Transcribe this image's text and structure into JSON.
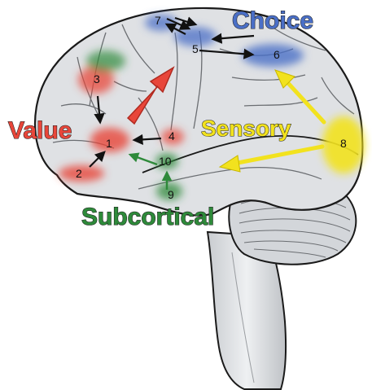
{
  "colors": {
    "value": "#e8463a",
    "choice": "#4a6fc7",
    "sensory": "#f2e21e",
    "subcortical": "#2e8a3a",
    "brain_fill": "#dfe1e4",
    "outline": "#1a1a1a"
  },
  "categories": {
    "choice": "Choice",
    "value": "Value",
    "sensory": "Sensory",
    "subcortical": "Subcortical"
  },
  "regions": [
    {
      "id": "1",
      "label": "1",
      "category": "value"
    },
    {
      "id": "2",
      "label": "2",
      "category": "value"
    },
    {
      "id": "3",
      "label": "3",
      "category": "value"
    },
    {
      "id": "4",
      "label": "4",
      "category": "value"
    },
    {
      "id": "5",
      "label": "5",
      "category": "choice"
    },
    {
      "id": "6",
      "label": "6",
      "category": "choice"
    },
    {
      "id": "7",
      "label": "7",
      "category": "choice"
    },
    {
      "id": "8",
      "label": "8",
      "category": "sensory"
    },
    {
      "id": "9",
      "label": "9",
      "category": "subcortical"
    },
    {
      "id": "10",
      "label": "10",
      "category": "subcortical"
    }
  ],
  "connections": [
    {
      "from": "3",
      "to": "1",
      "color": "black"
    },
    {
      "from": "2",
      "to": "1",
      "color": "black"
    },
    {
      "from": "4",
      "to": "1",
      "color": "black"
    },
    {
      "from": "10",
      "to": "1",
      "color": "green"
    },
    {
      "from": "9",
      "to": "10",
      "color": "green"
    },
    {
      "from": "5",
      "to": "7",
      "color": "black"
    },
    {
      "from": "7",
      "to": "5",
      "color": "black"
    },
    {
      "from": "5",
      "to": "6",
      "color": "black"
    },
    {
      "from": "6",
      "to": "5",
      "color": "black"
    },
    {
      "from": "value",
      "to": "choice",
      "color": "red"
    },
    {
      "from": "sensory",
      "to": "choice",
      "color": "yellow"
    },
    {
      "from": "sensory",
      "to": "value",
      "color": "yellow"
    }
  ]
}
